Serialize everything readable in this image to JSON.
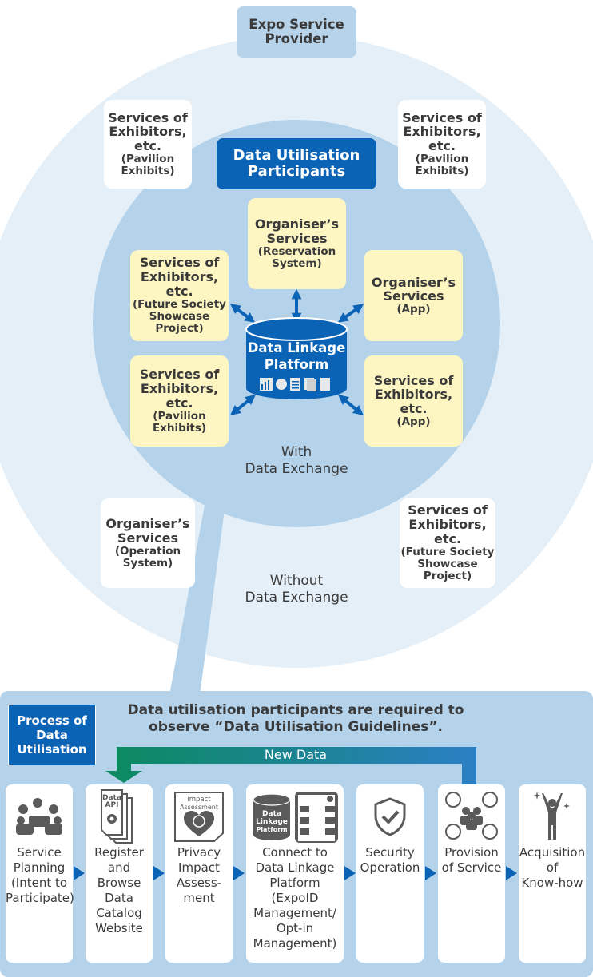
{
  "colors": {
    "outer_circle": "#e4eff8",
    "inner_circle": "#b4d2ea",
    "dark_blue": "#0b63b6",
    "yellow_box": "#fdf6c2",
    "panel": "#b4d2ea",
    "green": "#0b8a5e",
    "icon_gray": "#5a5a5a"
  },
  "header": {
    "provider_line1": "Expo Service",
    "provider_line2": "Provider"
  },
  "participants": {
    "line1": "Data Utilisation",
    "line2": "Participants"
  },
  "outer_services": [
    {
      "line1": "Services of",
      "line2": "Exhibitors,",
      "line3": "etc.",
      "sub1": "(Pavilion",
      "sub2": "Exhibits)"
    },
    {
      "line1": "Services of",
      "line2": "Exhibitors,",
      "line3": "etc.",
      "sub1": "(Pavilion",
      "sub2": "Exhibits)"
    },
    {
      "line1": "Organiser’s",
      "line2": "Services",
      "sub1": "(Operation",
      "sub2": "System)"
    },
    {
      "line1": "Services of",
      "line2": "Exhibitors,",
      "line3": "etc.",
      "sub1": "(Future Society",
      "sub2": "Showcase",
      "sub3": "Project)"
    }
  ],
  "inner_services": [
    {
      "line1": "Organiser’s",
      "line2": "Services",
      "sub1": "(Reservation",
      "sub2": "System)"
    },
    {
      "line1": "Services of",
      "line2": "Exhibitors,",
      "line3": "etc.",
      "sub1": "(Future Society",
      "sub2": "Showcase",
      "sub3": "Project)"
    },
    {
      "line1": "Organiser’s",
      "line2": "Services",
      "sub1": "(App)"
    },
    {
      "line1": "Services of",
      "line2": "Exhibitors,",
      "line3": "etc.",
      "sub1": "(Pavilion",
      "sub2": "Exhibits)"
    },
    {
      "line1": "Services of",
      "line2": "Exhibitors,",
      "line3": "etc.",
      "sub1": "(App)"
    }
  ],
  "platform": {
    "line1": "Data Linkage",
    "line2": "Platform",
    "icons": [
      "bar-chart-icon",
      "pie-chart-icon",
      "clipboard-icon",
      "documents-icon",
      "document-icon"
    ]
  },
  "with_exchange": {
    "line1": "With",
    "line2": "Data Exchange"
  },
  "without_exchange": {
    "line1": "Without",
    "line2": "Data Exchange"
  },
  "process": {
    "tag_line1": "Process of",
    "tag_line2": "Data",
    "tag_line3": "Utilisation",
    "heading_line1": "Data utilisation participants are required to",
    "heading_line2": "observe “Data Utilisation Guidelines”.",
    "new_data": "New Data",
    "steps": [
      {
        "icon": "meeting-icon",
        "lines": [
          "Service",
          "Planning",
          "(Intent to",
          "Participate)"
        ]
      },
      {
        "icon": "data-api-document-icon",
        "icon_text": [
          "Data",
          "API"
        ],
        "lines": [
          "Register",
          "and",
          "Browse",
          "Data",
          "Catalog",
          "Website"
        ]
      },
      {
        "icon": "impact-assessment-icon",
        "icon_text": [
          "impact",
          "Assessment"
        ],
        "lines": [
          "Privacy",
          "Impact",
          "Assess-",
          "ment"
        ]
      },
      {
        "icon": "data-linkage-platform-icon",
        "icon_text": [
          "Data",
          "Linkage",
          "Platform"
        ],
        "lines": [
          "Connect to",
          "Data Linkage",
          "Platform",
          "(ExpoID",
          "Management/",
          "Opt-in",
          "Management)"
        ]
      },
      {
        "icon": "shield-check-icon",
        "lines": [
          "Security",
          "Operation"
        ]
      },
      {
        "icon": "service-provision-icon",
        "lines": [
          "Provision",
          "of Service"
        ]
      },
      {
        "icon": "person-cheering-icon",
        "lines": [
          "Acquisition",
          "of",
          "Know-how"
        ]
      }
    ]
  }
}
